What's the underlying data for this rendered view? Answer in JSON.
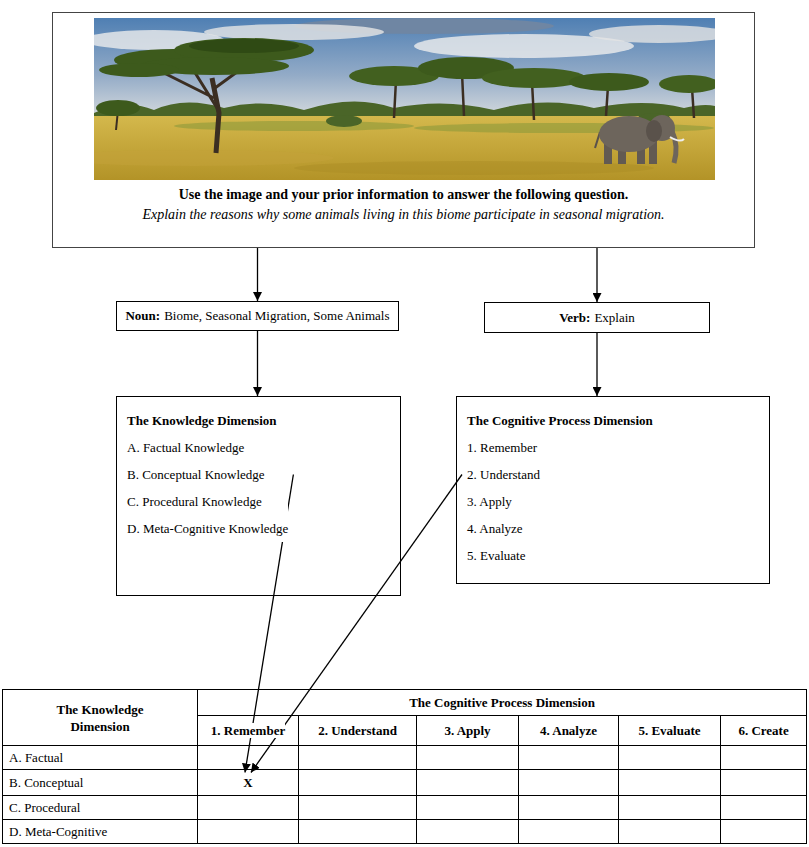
{
  "diagram": {
    "nodes": [
      {
        "text": [
          "Use the image and your prior information to answer the following question.",
          "Explain the reasons why some animals living in this biome participate in seasonal migration."
        ]
      },
      {
        "text": [
          "Noun:",
          "Biome, Seasonal Migration, Some Animals"
        ]
      },
      {
        "text": [
          "Verb:",
          "Explain"
        ]
      },
      {
        "text": [
          "The Knowledge Dimension",
          "A. Factual Knowledge",
          "B. Conceptual Knowledge",
          "C. Procedural Knowledge",
          "D. Meta-Cognitive Knowledge"
        ]
      },
      {
        "text": [
          "The Cognitive Process Dimension",
          "1. Remember",
          "2. Understand",
          "3. Apply",
          "4. Analyze",
          "5. Evaluate"
        ]
      }
    ],
    "edges": [
      {
        "from": 0,
        "to": 1,
        "arrow": "to"
      },
      {
        "from": 0,
        "to": 2,
        "arrow": "to"
      },
      {
        "from": 1,
        "to": 3,
        "arrow": "to"
      },
      {
        "from": 2,
        "to": 4,
        "arrow": "to"
      }
    ],
    "labels": [
      "The Knowledge Dimension",
      "The Cognitive Process Dimension",
      "1. Remember",
      "2. Understand",
      "3. Apply",
      "4. Analyze",
      "5. Evaluate",
      "6. Create",
      "A. Factual",
      "B. Conceptual",
      "X",
      "C. Procedural",
      "D. Meta-Cognitive"
    ]
  }
}
